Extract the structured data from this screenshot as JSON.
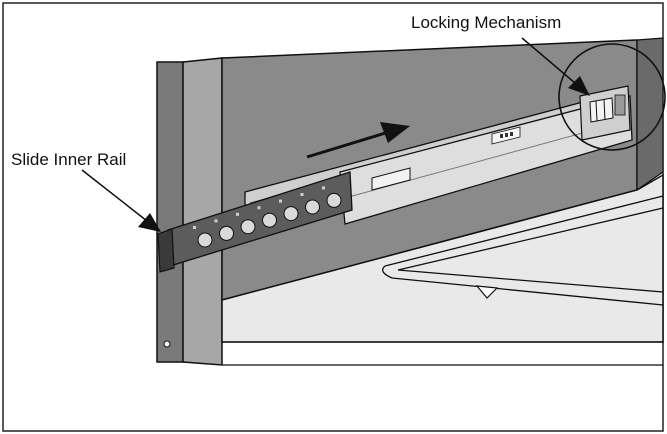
{
  "labels": {
    "locking_mechanism": "Locking Mechanism",
    "slide_inner_rail": "Slide Inner Rail"
  },
  "hole_count": 7,
  "colors": {
    "wall_dark": "#6f6f6f",
    "wall_mid": "#8e8e8e",
    "floor_light": "#e6e6e6",
    "rail_light": "#d2d2d2",
    "rail_dark": "#595959",
    "outline": "#111111"
  }
}
